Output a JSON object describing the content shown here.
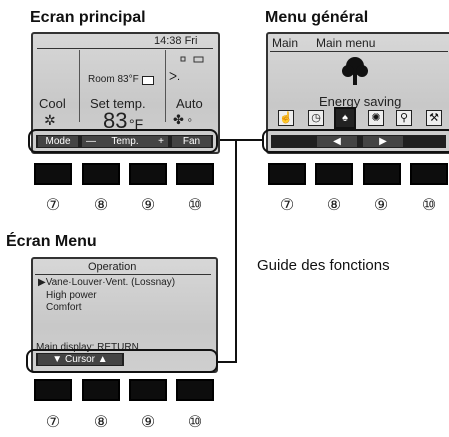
{
  "main_screen": {
    "title": "Ecran principal",
    "clock": "14:38 Fri",
    "room_label": "Room 83°F",
    "mode": "Cool",
    "settemp_label": "Set temp.",
    "temp_value": "83",
    "temp_unit": "°F",
    "fan_mode": "Auto",
    "func_buttons": [
      "Mode",
      "—",
      "Temp.",
      "+",
      "Fan"
    ]
  },
  "general_menu": {
    "title": "Menu général",
    "header_left": "Main",
    "header_right": "Main menu",
    "item_label": "Energy saving",
    "icons": [
      "hand-icon",
      "clock-icon",
      "tree-icon",
      "gear-icon",
      "wrench-icon",
      "tools-icon"
    ]
  },
  "menu_screen": {
    "title": "Écran Menu",
    "header": "Operation",
    "items": [
      "▶Vane·Louver·Vent. (Lossnay)",
      "High power",
      "Comfort"
    ],
    "footer_line": "Main display: RETURN",
    "cursor_label": "Cursor"
  },
  "button_numbers": [
    "⑦",
    "⑧",
    "⑨",
    "⑩"
  ],
  "guide_label": "Guide des fonctions"
}
